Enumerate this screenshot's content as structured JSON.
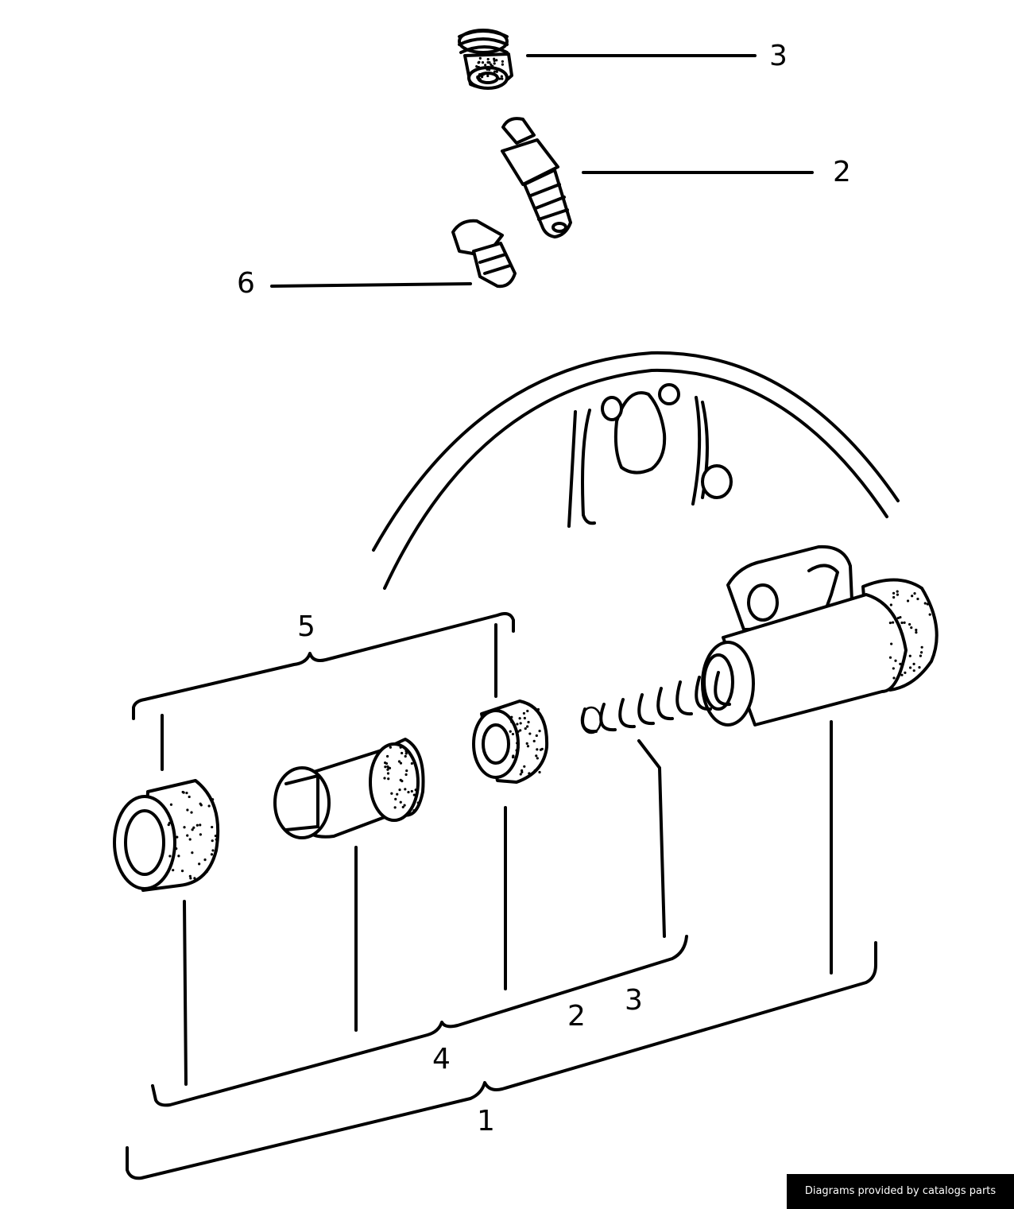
{
  "diagram": {
    "callouts": [
      {
        "id": "1",
        "text": "1"
      },
      {
        "id": "2",
        "text": "2"
      },
      {
        "id": "3",
        "text": "3"
      },
      {
        "id": "4",
        "text": "4"
      },
      {
        "id": "5",
        "text": "5"
      },
      {
        "id": "6",
        "text": "6"
      },
      {
        "id": "2b",
        "text": "2"
      },
      {
        "id": "3b",
        "text": "3"
      }
    ]
  },
  "footer": {
    "credit": "Diagrams provided by catalogs parts"
  }
}
